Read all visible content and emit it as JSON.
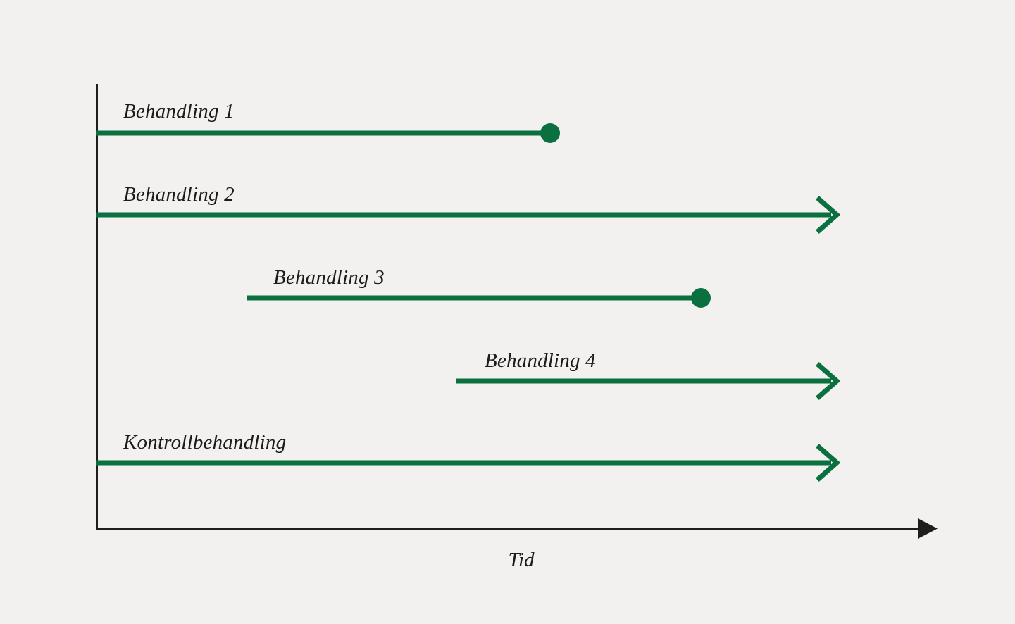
{
  "figure": {
    "background_color": "#f2f1ef",
    "arm_color": "#0a7040",
    "axis_color": "#1e1e1e",
    "x_axis_label": "Tid",
    "y_axis_label": ""
  },
  "chart_data": {
    "type": "timeline",
    "title": "",
    "xlabel": "Tid",
    "ylabel": "",
    "grid": false,
    "legend": "none",
    "xlim": [
      0,
      1
    ],
    "series": [
      {
        "name": "Behandling 1",
        "label": "Behandling 1",
        "start": 0.0,
        "end": 0.54,
        "end_marker": "dot",
        "color": "#0a7040"
      },
      {
        "name": "Behandling 2",
        "label": "Behandling 2",
        "start": 0.0,
        "end": 1.0,
        "end_marker": "arrow",
        "color": "#0a7040"
      },
      {
        "name": "Behandling 3",
        "label": "Behandling 3",
        "start": 0.2,
        "end": 0.81,
        "end_marker": "dot",
        "color": "#0a7040"
      },
      {
        "name": "Behandling 4",
        "label": "Behandling 4",
        "start": 0.48,
        "end": 1.0,
        "end_marker": "arrow",
        "color": "#0a7040"
      },
      {
        "name": "Kontrollbehandling",
        "label": "Kontrollbehandling",
        "start": 0.0,
        "end": 1.0,
        "end_marker": "arrow",
        "color": "#0a7040"
      }
    ]
  },
  "arms": [
    {
      "label": "Behandling 1"
    },
    {
      "label": "Behandling 2"
    },
    {
      "label": "Behandling 3"
    },
    {
      "label": "Behandling 4"
    },
    {
      "label": "Kontrollbehandling"
    }
  ],
  "axis": {
    "x_label": "Tid"
  }
}
